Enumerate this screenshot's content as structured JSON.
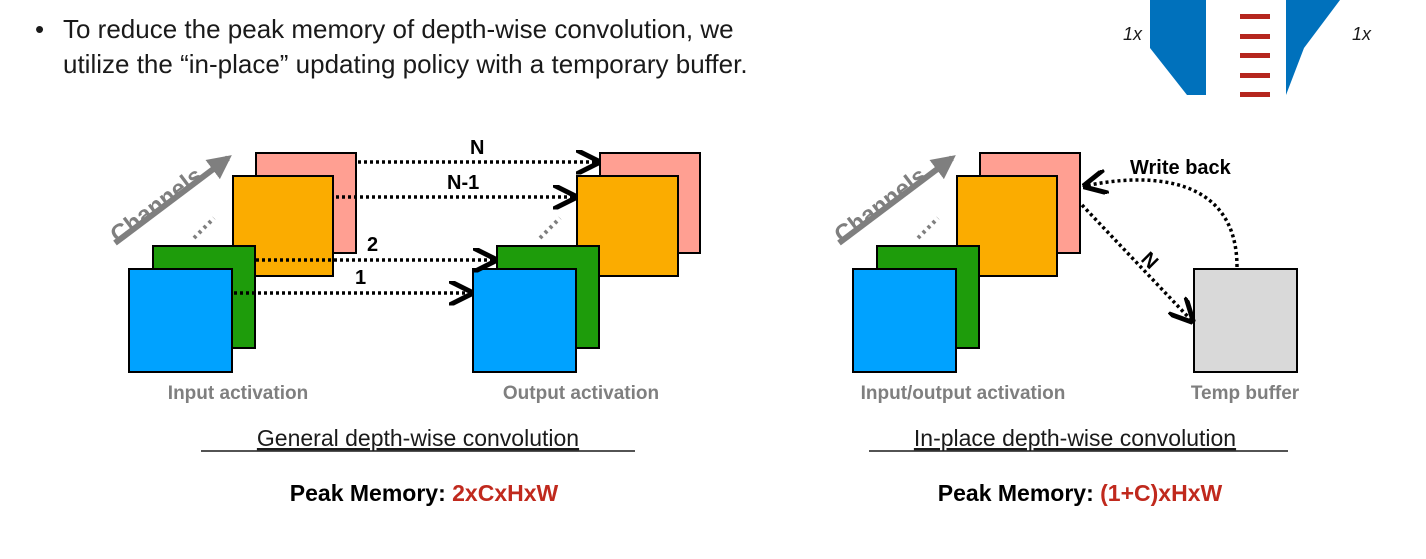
{
  "bullet": {
    "line1": "To reduce the peak memory of depth-wise convolution, we",
    "line2": "utilize the “in-place” updating policy with a temporary buffer."
  },
  "icon": {
    "scale_left": "1x",
    "scale_right": "1x",
    "colors": {
      "arrows": "#0071bc",
      "bars": "#b5261e"
    }
  },
  "general": {
    "channels_label": "Channels",
    "arrows": [
      "N",
      "N-1",
      "2",
      "1"
    ],
    "input_label": "Input activation",
    "output_label": "Output activation",
    "caption": "General depth-wise convolution",
    "peak_label": "Peak Memory: ",
    "peak_value": "2xCxHxW"
  },
  "inplace": {
    "channels_label": "Channels",
    "write_back_label": "Write back",
    "n_label": "N",
    "io_label": "Input/output activation",
    "temp_label": "Temp buffer",
    "caption": "In-place depth-wise convolution",
    "peak_label": "Peak Memory: ",
    "peak_value": "(1+C)xHxW"
  },
  "colors": {
    "channel_blue": "#00a2ff",
    "channel_green": "#1e9c0b",
    "channel_orange": "#fbac00",
    "channel_pink": "#ff9f92",
    "temp_gray": "#d9d9d9",
    "peak_red": "#c0291d",
    "label_gray": "#7f7f7f"
  }
}
